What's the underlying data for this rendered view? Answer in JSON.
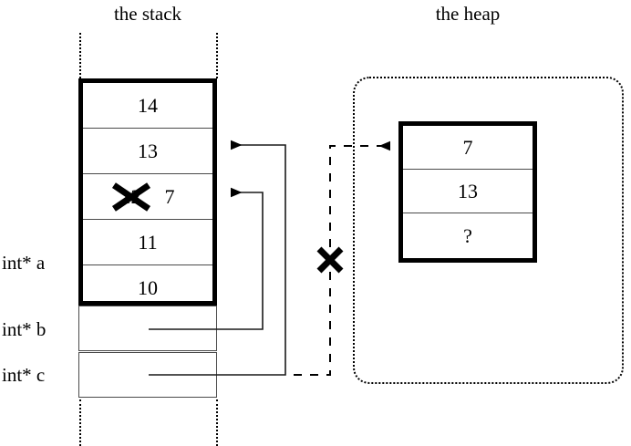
{
  "diagram": {
    "stack_title": "the stack",
    "heap_title": "the heap"
  },
  "stack": {
    "cells": [
      {
        "value": "14"
      },
      {
        "value": "13"
      },
      {
        "value": "12",
        "struck": true,
        "replacement": "7"
      },
      {
        "value": "11"
      },
      {
        "value": "10"
      }
    ],
    "variables": [
      {
        "label": "int* a"
      },
      {
        "label": "int* b"
      },
      {
        "label": "int* c"
      }
    ]
  },
  "heap": {
    "cells": [
      {
        "value": "7"
      },
      {
        "value": "13"
      },
      {
        "value": "?"
      }
    ]
  },
  "annotations": {
    "invalidated_pointer_mark": "✕",
    "struck_value_mark": "✕"
  },
  "colors": {
    "ink": "#000000",
    "cell_rule": "#4a4a4a",
    "background": "#ffffff"
  }
}
